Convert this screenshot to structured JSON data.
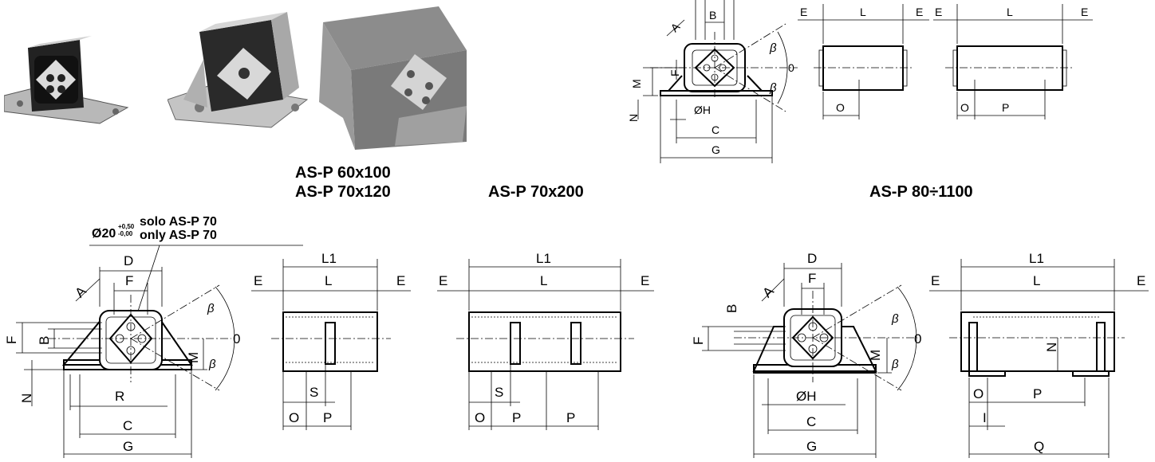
{
  "titles": {
    "small": [
      "AS-P 60x100",
      "AS-P 70x120"
    ],
    "mid": "AS-P 70x200",
    "large": "AS-P 80÷1100"
  },
  "note": {
    "diameter": "Ø20",
    "tol_upper": "+0,50",
    "tol_lower": "-0,00",
    "line1": "solo AS-P 70",
    "line2": "only AS-P 70"
  },
  "dims": {
    "A": "A",
    "B": "B",
    "C": "C",
    "D": "D",
    "E": "E",
    "F": "F",
    "G": "G",
    "H": "ØH",
    "I": "I",
    "L": "L",
    "L1": "L1",
    "M": "M",
    "N": "N",
    "O": "O",
    "P": "P",
    "Q": "Q",
    "R": "R",
    "S": "S",
    "beta": "β",
    "zero": "0"
  },
  "colors": {
    "line": "#000000",
    "photo_steel": "#9a9a9a",
    "photo_rubber": "#1a1a1a"
  }
}
